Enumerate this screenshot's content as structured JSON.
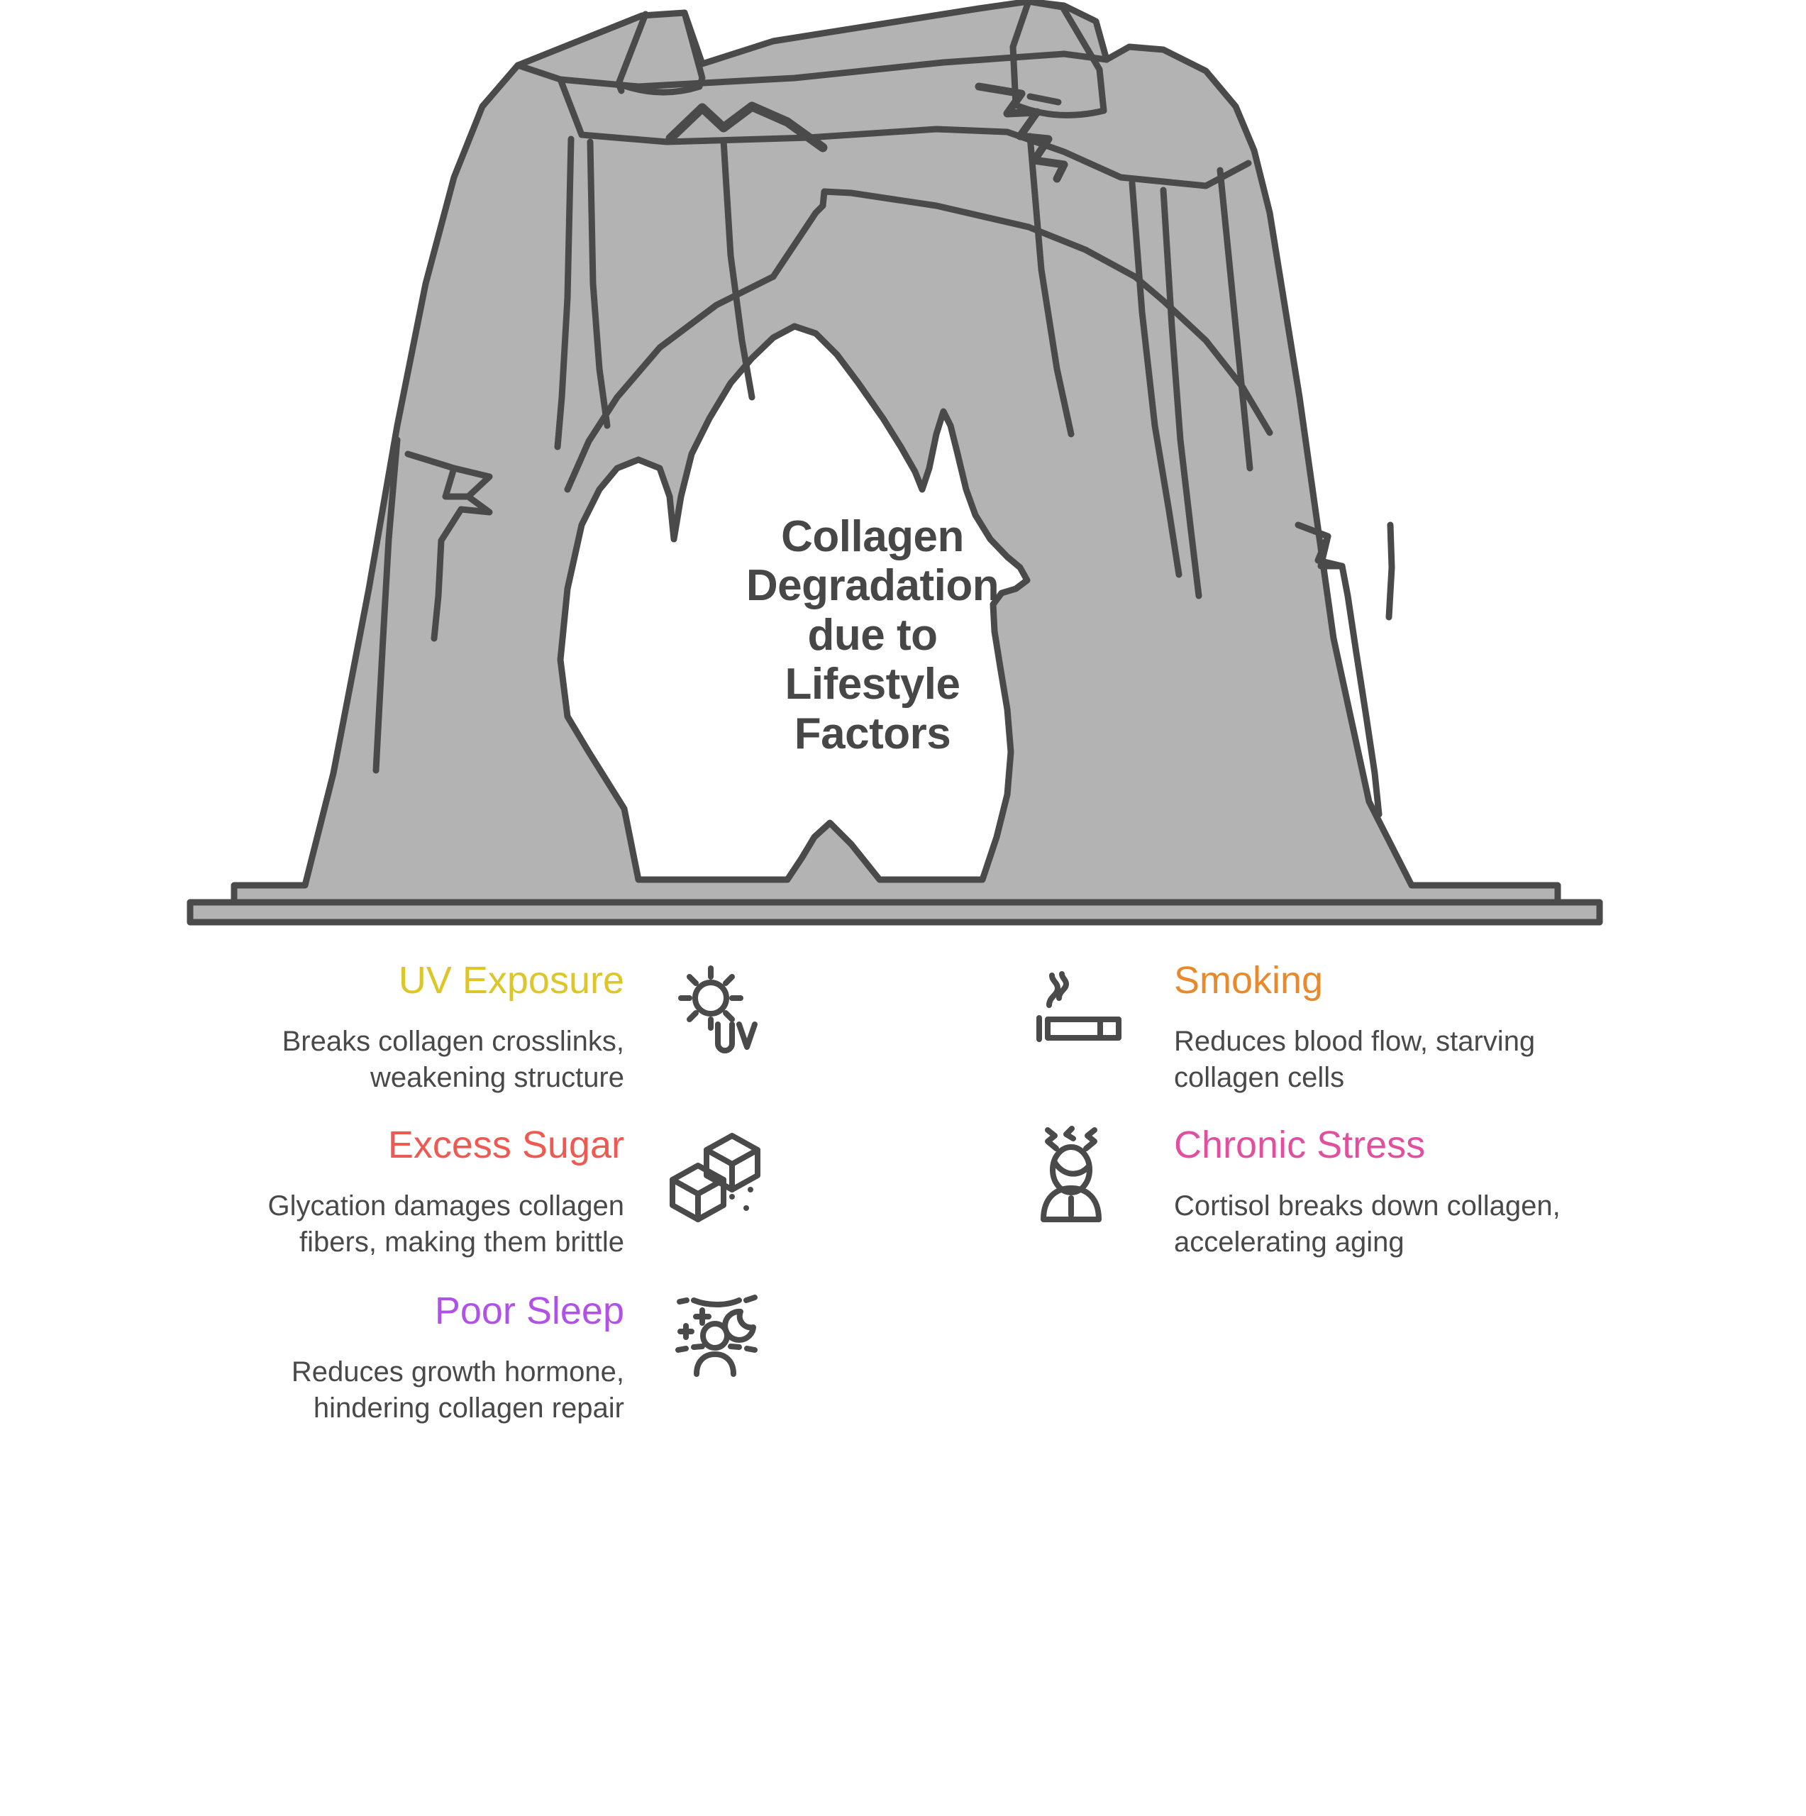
{
  "center": {
    "title_lines": [
      "Collagen",
      "Degradation",
      "due to",
      "Lifestyle",
      "Factors"
    ],
    "title_full": "Collagen Degradation due to Lifestyle Factors",
    "text_color": "#474747"
  },
  "illustration": {
    "name": "eroded-rock-arch",
    "fill_color": "#b3b3b3",
    "stroke_color": "#4a4a4a",
    "background_color": "#ffffff"
  },
  "factors": [
    {
      "id": "uv-exposure",
      "title": "UV Exposure",
      "description": "Breaks collagen crosslinks, weakening structure",
      "desc_lines": [
        "Breaks collagen crosslinks,",
        "weakening structure"
      ],
      "color": "#dcc62a",
      "icon": "sun-uv-icon",
      "column": "left"
    },
    {
      "id": "smoking",
      "title": "Smoking",
      "description": "Reduces blood flow, starving collagen cells",
      "desc_lines": [
        "Reduces blood flow, starving",
        "collagen cells"
      ],
      "color": "#e8892b",
      "icon": "cigarette-smoke-icon",
      "column": "right"
    },
    {
      "id": "excess-sugar",
      "title": "Excess Sugar",
      "description": "Glycation damages collagen fibers, making them brittle",
      "desc_lines": [
        "Glycation damages collagen",
        "fibers, making them brittle"
      ],
      "color": "#ee5a52",
      "icon": "sugar-cubes-icon",
      "column": "left"
    },
    {
      "id": "chronic-stress",
      "title": "Chronic Stress",
      "description": "Cortisol breaks down collagen, accelerating aging",
      "desc_lines": [
        "Cortisol breaks down collagen,",
        "accelerating aging"
      ],
      "color": "#e0509e",
      "icon": "stressed-person-icon",
      "column": "right"
    },
    {
      "id": "poor-sleep",
      "title": "Poor Sleep",
      "description": "Reduces growth hormone, hindering collagen repair",
      "desc_lines": [
        "Reduces growth hormone,",
        "hindering collagen repair"
      ],
      "color": "#b052e8",
      "icon": "sleep-moon-person-icon",
      "column": "left"
    }
  ]
}
